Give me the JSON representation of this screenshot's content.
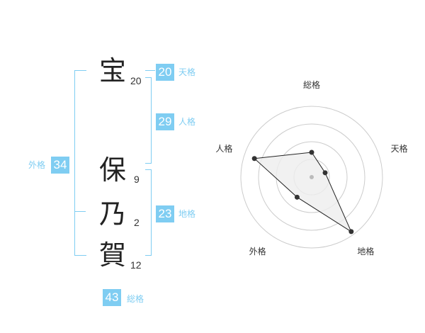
{
  "name": {
    "chars": [
      {
        "char": "宝",
        "strokes": "20"
      },
      {
        "char": "保",
        "strokes": "9"
      },
      {
        "char": "乃",
        "strokes": "2"
      },
      {
        "char": "賀",
        "strokes": "12"
      }
    ]
  },
  "fortune": {
    "tenkaku": {
      "label": "天格",
      "value": "20"
    },
    "jinkaku": {
      "label": "人格",
      "value": "29"
    },
    "chikaku": {
      "label": "地格",
      "value": "23"
    },
    "gaikaku": {
      "label": "外格",
      "value": "34"
    },
    "soukaku": {
      "label": "総格",
      "value": "43"
    }
  },
  "chart_data": {
    "type": "radar",
    "axes": [
      "総格",
      "天格",
      "地格",
      "外格",
      "人格"
    ],
    "values": [
      0.35,
      0.2,
      0.95,
      0.35,
      0.85
    ],
    "rings": 4,
    "colors": {
      "ring": "#cccccc",
      "fill": "#eeeeee",
      "line": "#222222",
      "center": "#bbbbbb"
    }
  },
  "colors": {
    "accent": "#7fcdf2"
  }
}
